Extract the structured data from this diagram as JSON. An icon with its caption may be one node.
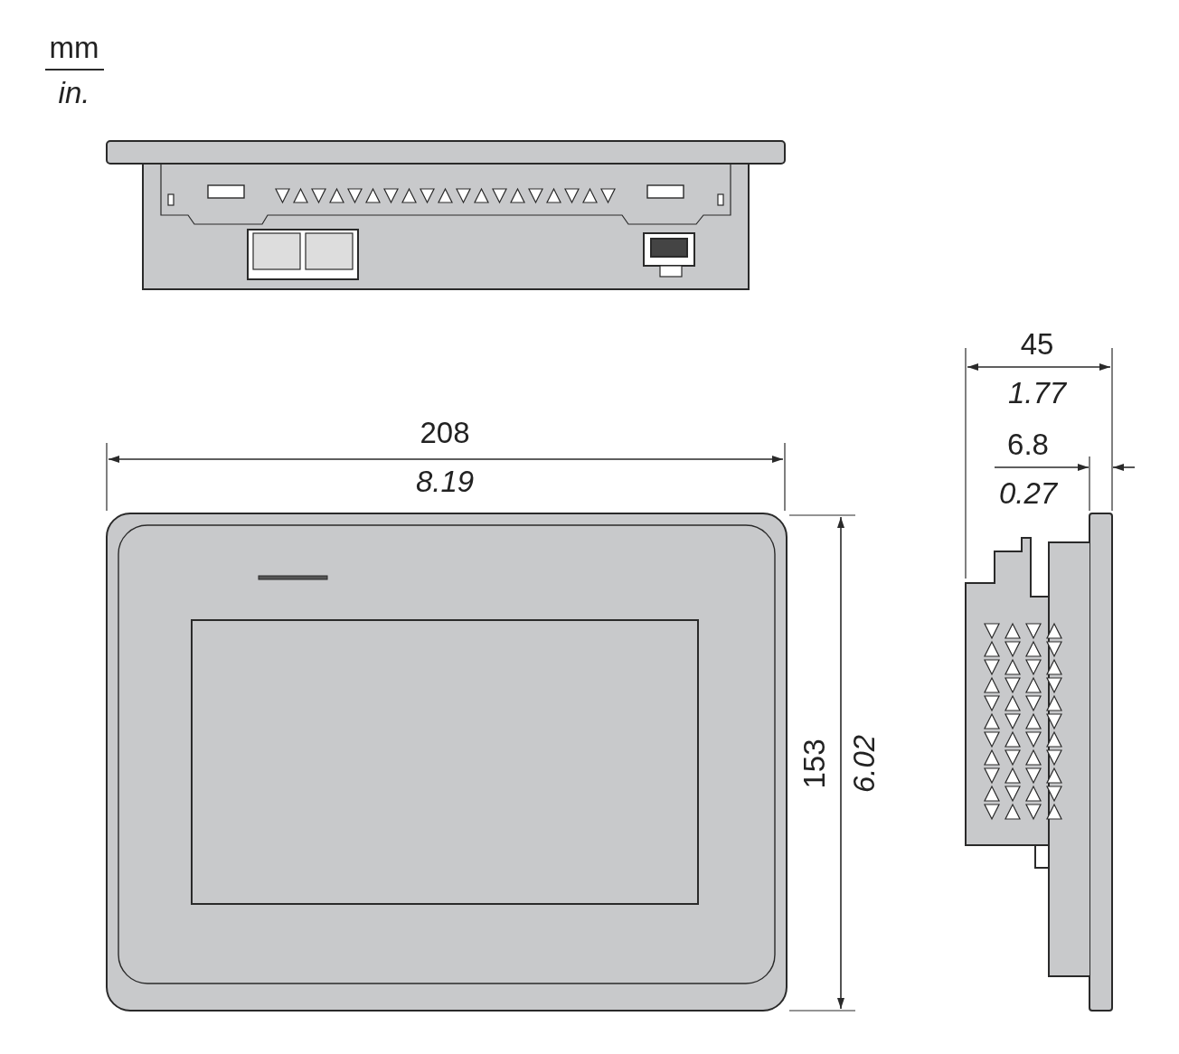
{
  "diagram": {
    "labels": [
      "mm",
      "in.",
      "45",
      "1.77",
      "208",
      "8.19",
      "6.8",
      "0.27",
      "153",
      "6.02"
    ]
  }
}
